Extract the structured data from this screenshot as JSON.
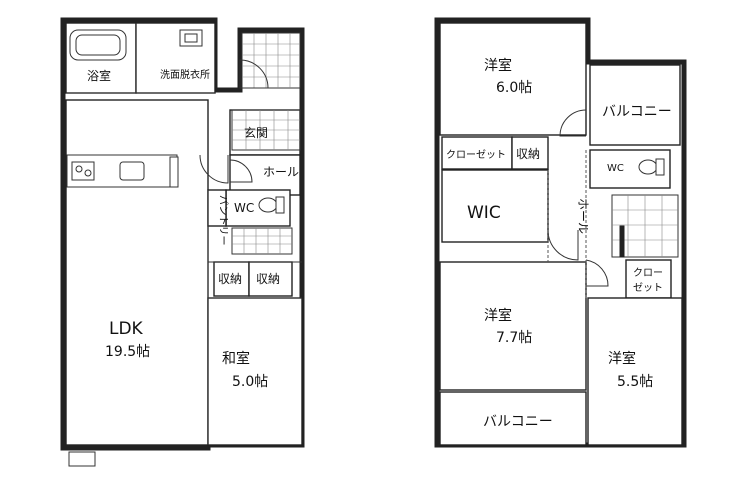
{
  "floor1": {
    "bath": "浴室",
    "dressing": "洗面脱衣所",
    "entrance": "玄関",
    "hall": "ホール",
    "pantry": "パントリー",
    "wc": "WC",
    "storage_a": "収納",
    "storage_b": "収納",
    "ldk": "LDK",
    "ldk_size": "19.5帖",
    "washitsu": "和室",
    "washitsu_size": "5.0帖"
  },
  "floor2": {
    "room_north": "洋室",
    "room_north_size": "6.0帖",
    "balcony_north": "バルコニー",
    "closet_a": "クローゼット",
    "storage": "収納",
    "wc": "WC",
    "wic": "WIC",
    "hall": "ホール",
    "closet_b_line1": "クロー",
    "closet_b_line2": "ゼット",
    "room_center": "洋室",
    "room_center_size": "7.7帖",
    "room_east": "洋室",
    "room_east_size": "5.5帖",
    "balcony_south": "バルコニー"
  },
  "icons": [
    "door-swing-icon",
    "toilet-icon",
    "bathtub-icon",
    "kitchen-counter-icon",
    "stair-icon"
  ]
}
